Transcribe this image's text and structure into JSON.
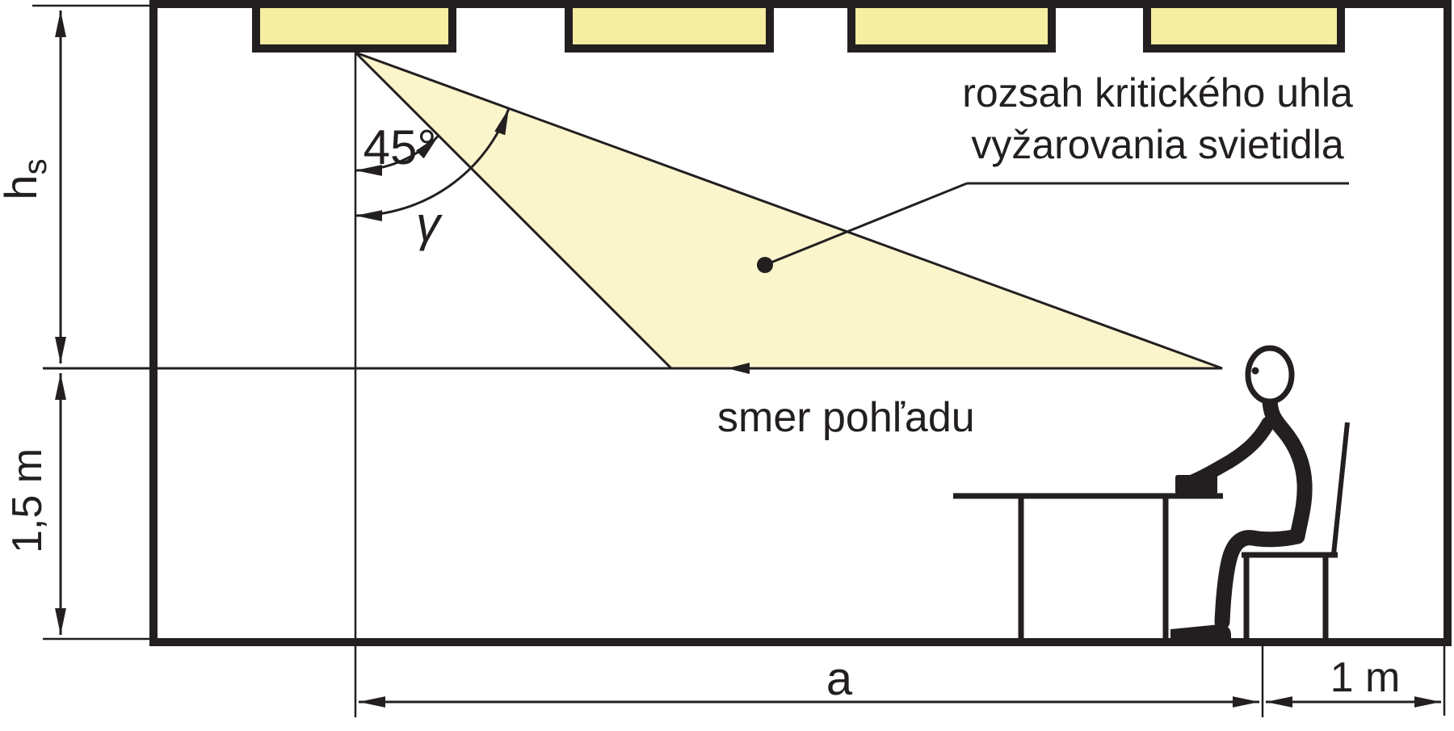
{
  "colors": {
    "luminaire_fill": "#F5EDA0",
    "beam_fill": "#FAF5CB",
    "ink": "#231F20",
    "background": "#FFFFFF"
  },
  "labels": {
    "note_line1": "rozsah kritického uhla",
    "note_line2": "vyžarovania svietidla",
    "view_direction": "smer pohľadu",
    "angle_45": "45°",
    "angle_gamma": "γ",
    "dim_hs_base": "h",
    "dim_hs_sub": "s",
    "dim_eye_height": "1,5 m",
    "dim_a": "a",
    "dim_1m": "1 m"
  },
  "luminaires": {
    "count": 4
  }
}
